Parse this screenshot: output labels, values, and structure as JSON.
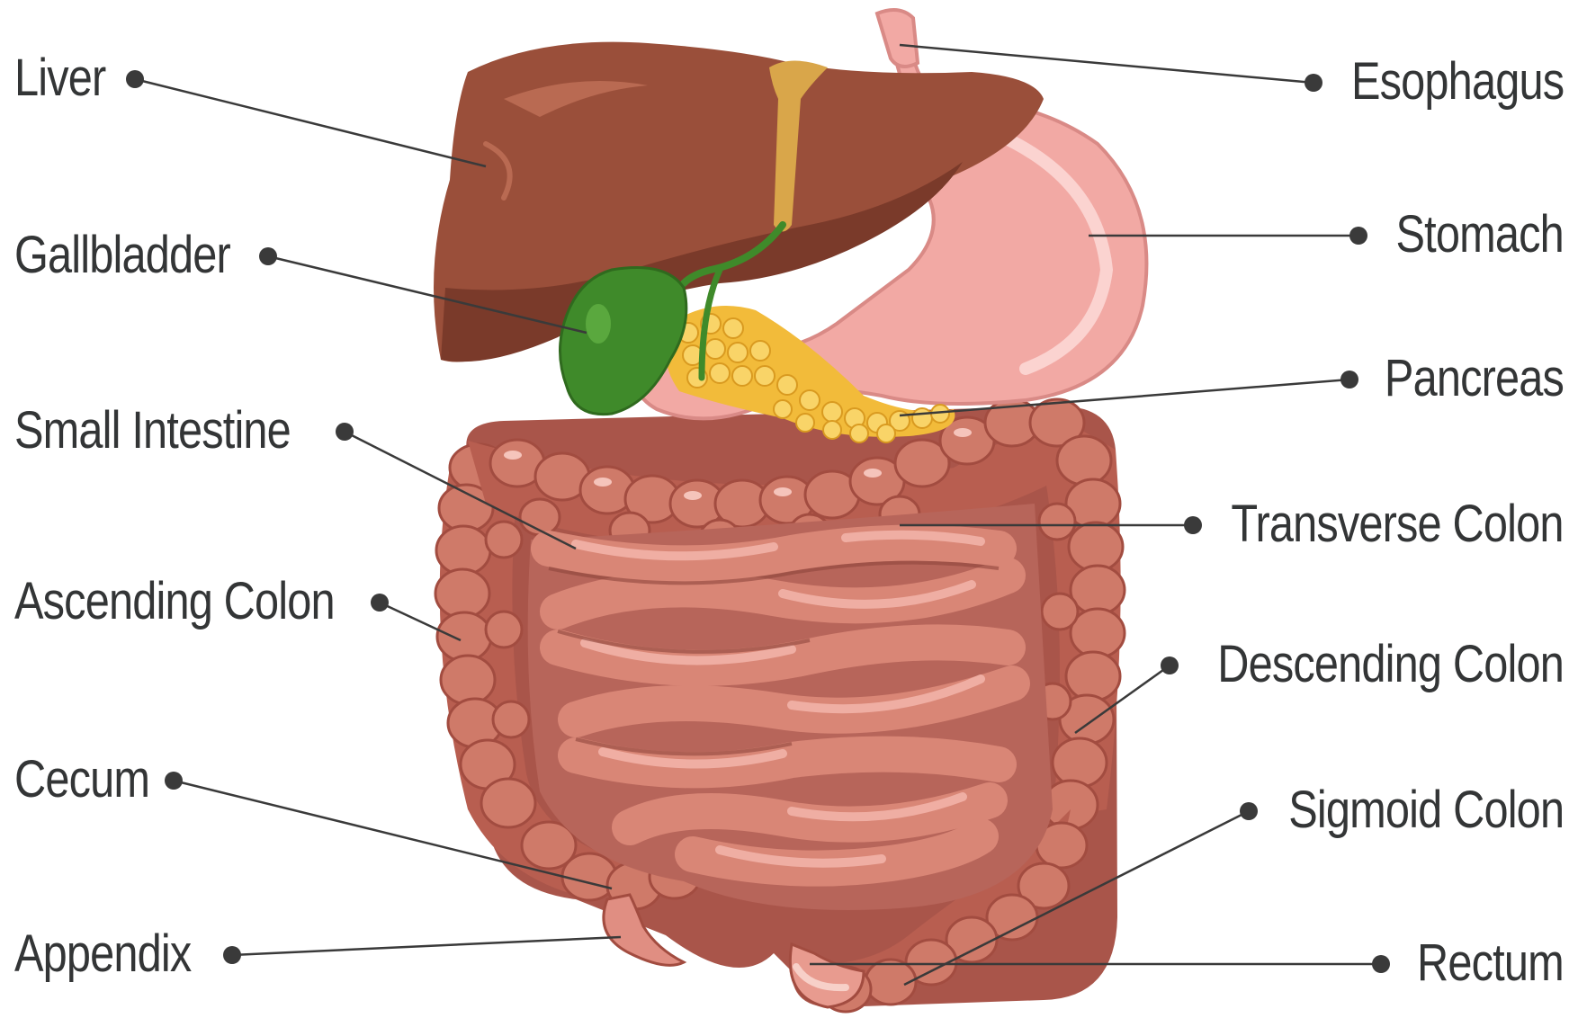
{
  "labels": {
    "liver": "Liver",
    "gallbladder": "Gallbladder",
    "small_intestine": "Small Intestine",
    "ascending_colon": "Ascending Colon",
    "cecum": "Cecum",
    "appendix": "Appendix",
    "esophagus": "Esophagus",
    "stomach": "Stomach",
    "pancreas": "Pancreas",
    "transverse_colon": "Transverse Colon",
    "descending_colon": "Descending Colon",
    "sigmoid_colon": "Sigmoid Colon",
    "rectum": "Rectum"
  },
  "colors": {
    "label_text": "#333536",
    "leader_line": "#3a3a3a",
    "liver": "#9a4f3a",
    "liver_shadow": "#7a3a2a",
    "gallbladder": "#3f8a2a",
    "stomach": "#f2a9a4",
    "pancreas": "#f0b830",
    "intestine": "#c9705f",
    "intestine_highlight": "#f2b3a8",
    "intestine_shadow": "#9a4e44"
  }
}
